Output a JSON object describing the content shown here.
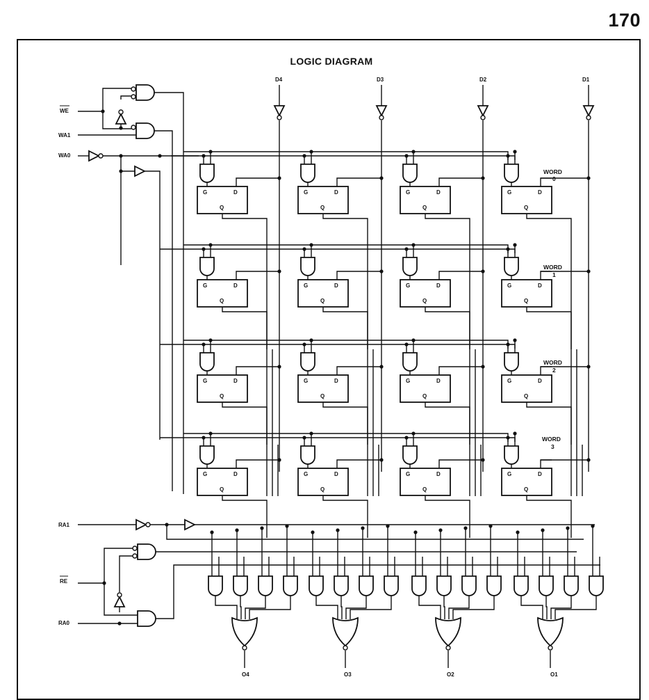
{
  "page": {
    "number": "170",
    "title": "LOGIC DIAGRAM"
  },
  "inputs": {
    "write_enable": "WE",
    "write_address_1": "WA1",
    "write_address_0": "WA0",
    "read_address_1": "RA1",
    "read_enable": "RE",
    "read_address_0": "RA0"
  },
  "data_inputs": [
    "D4",
    "D3",
    "D2",
    "D1"
  ],
  "outputs": [
    "O4",
    "O3",
    "O2",
    "O1"
  ],
  "words": [
    {
      "label": "WORD",
      "index": "0"
    },
    {
      "label": "WORD",
      "index": "1"
    },
    {
      "label": "WORD",
      "index": "2"
    },
    {
      "label": "WORD",
      "index": "3"
    }
  ],
  "latch": {
    "gate_label": "G",
    "data_label": "D",
    "output_label": "Q"
  }
}
